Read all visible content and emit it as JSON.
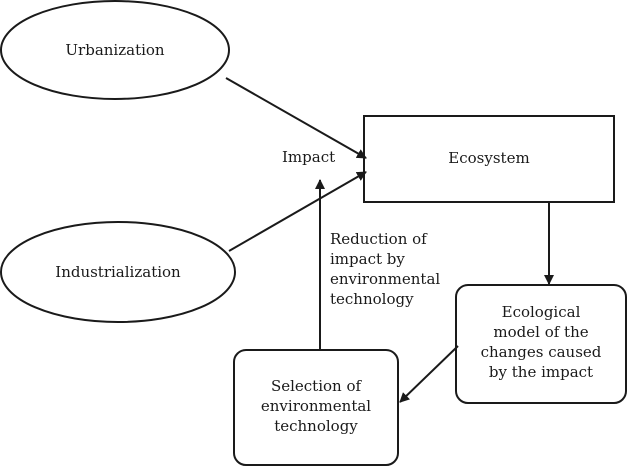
{
  "diagram": {
    "nodes": {
      "urbanization": {
        "label": "Urbanization",
        "shape": "ellipse"
      },
      "industrialization": {
        "label": "Industrialization",
        "shape": "ellipse"
      },
      "ecosystem": {
        "label": "Ecosystem",
        "shape": "rectangle"
      },
      "ecological_model": {
        "label": "Ecological\nmodel of the\nchanges caused\nby the impact",
        "shape": "rounded-rectangle"
      },
      "selection": {
        "label": "Selection of\nenvironmental\ntechnology",
        "shape": "rounded-rectangle"
      }
    },
    "labels": {
      "impact": "Impact",
      "reduction": "Reduction of\nimpact by\nenvironmental\ntechnology"
    },
    "edges": [
      {
        "from": "urbanization",
        "to": "ecosystem"
      },
      {
        "from": "industrialization",
        "to": "ecosystem"
      },
      {
        "from": "ecosystem",
        "to": "ecological_model"
      },
      {
        "from": "ecological_model",
        "to": "selection"
      },
      {
        "from": "selection",
        "to": "impact"
      }
    ],
    "colors": {
      "stroke": "#1a1a1a",
      "fill": "#ffffff",
      "text": "#1a1a1a"
    }
  }
}
